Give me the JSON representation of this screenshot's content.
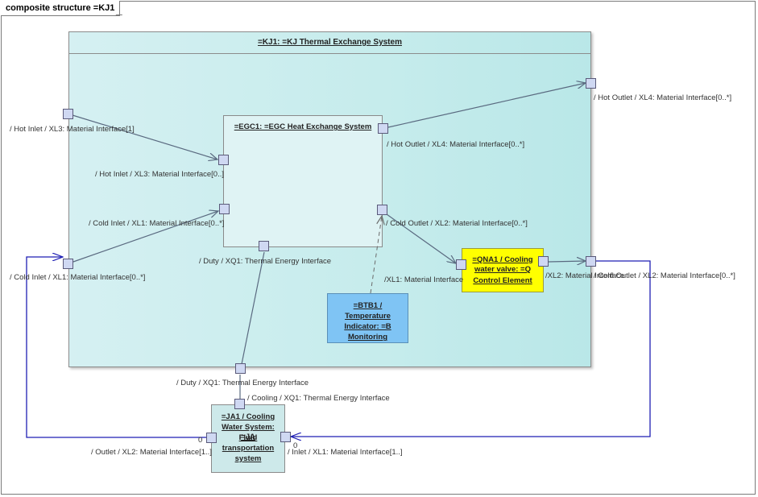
{
  "frame_title": "composite structure =KJ1",
  "blocks": {
    "kj1": "=KJ1: =KJ Thermal Exchange System",
    "egc1": "=EGC1: =EGC Heat Exchange System",
    "qna1": [
      "=QNA1 / Cooling",
      "water valve: =Q",
      "Control Element"
    ],
    "btb1": [
      "=BTB1  /",
      "Temperature",
      "Indicator: =B",
      "Monitoring"
    ],
    "ja1": [
      "=JA1  / Cooling",
      "Water System: =JA",
      "Fluid",
      "transportation",
      "system"
    ]
  },
  "labels": {
    "kj_hot_inlet": "/ Hot Inlet / XL3: Material Interface[1]",
    "kj_cold_inlet": "/ Cold Inlet / XL1: Material Interface[0..*]",
    "kj_hot_outlet": "/ Hot Outlet / XL4: Material Interface[0..*]",
    "kj_cold_outlet": "/XL2: Material Interface",
    "kj_cold_outlet_overlap": "/ Cold Outlet / XL2: Material Interface[0..*]",
    "egc_hot_inlet": "/ Hot Inlet / XL3: Material Interface[0..]",
    "egc_cold_inlet": "/ Cold Inlet / XL1: Material Interface[0..*]",
    "egc_hot_outlet": "/ Hot Outlet / XL4: Material Interface[0..*]",
    "egc_cold_outlet": "/ Cold Outlet / XL2: Material Interface[0..*]",
    "egc_duty": "/ Duty / XQ1: Thermal Energy Interface",
    "qna_xl1": "/XL1: Material Interface",
    "kj_duty": "/ Duty / XQ1: Thermal Energy Interface",
    "ja_cooling": "/ Cooling / XQ1: Thermal Energy Interface",
    "ja_outlet": "/ Outlet / XL2: Material Interface[1..]",
    "ja_inlet": "/ Inlet / XL1: Material Interface[1..]"
  },
  "multiplicities": {
    "left": "0",
    "right": "0"
  },
  "colors": {
    "connector": "#5a6a80",
    "flow_wire": "#1f1fb4",
    "dependency": "#6a6a6a",
    "port_fill": "#cfd8f2",
    "valve_fill": "#ffff00",
    "indicator_fill": "#7fc4f4"
  }
}
